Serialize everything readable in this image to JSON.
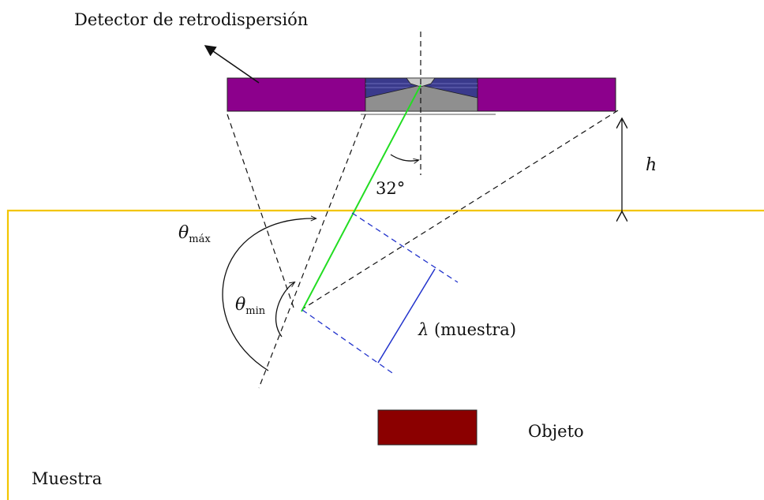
{
  "labels": {
    "detector": "Detector de retrodispersión",
    "angle": "32°",
    "height": "h",
    "theta_max_symbol": "θ",
    "theta_max_sub": "máx",
    "theta_min_symbol": "θ",
    "theta_min_sub": "min",
    "lambda_symbol": "λ",
    "lambda_text": " (muestra)",
    "object": "Objeto",
    "sample": "Muestra"
  },
  "colors": {
    "detector_body": "#8c008c",
    "detector_inner": "#3a3a8c",
    "detector_cone": "#8f8f8f",
    "sample_boundary": "#f2c500",
    "object_fill": "#8b0000",
    "green_ray": "#22dd22",
    "blue_lines": "#2233cc"
  }
}
